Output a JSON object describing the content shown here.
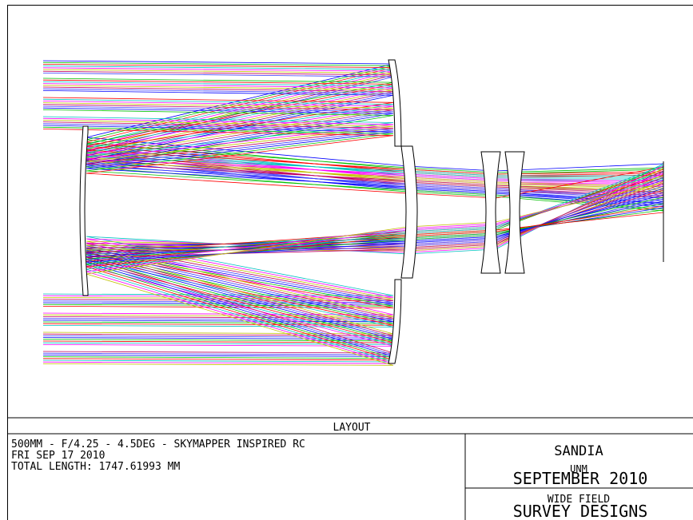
{
  "layout_label": "LAYOUT",
  "info": {
    "line1": "500MM - F/4.25 - 4.5DEG - SKYMAPPER INSPIRED RC",
    "line2": "FRI SEP 17 2010",
    "line3": "TOTAL LENGTH:  1747.61993 MM"
  },
  "titleblock": {
    "org": "SANDIA",
    "sub": "UNM",
    "date": "SEPTEMBER 2010",
    "proj1": "WIDE FIELD",
    "proj2": "SURVEY DESIGNS"
  },
  "ray_colors": [
    "#0000ff",
    "#00c000",
    "#ff0000",
    "#00c0c0",
    "#ff00ff",
    "#c0c000",
    "#c00060",
    "#4040ff"
  ]
}
